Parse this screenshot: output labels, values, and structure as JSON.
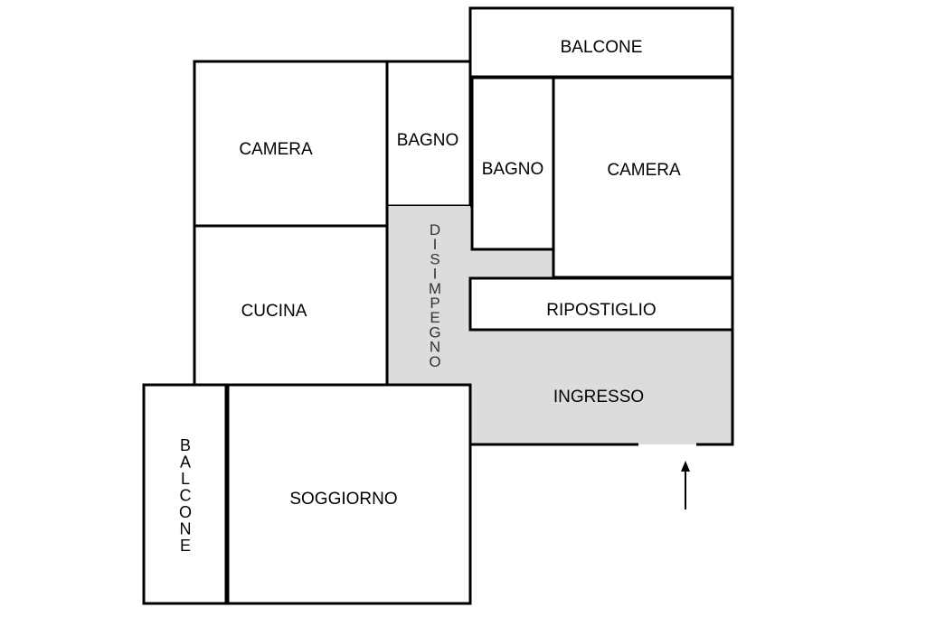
{
  "floor_plan": {
    "rooms": {
      "balcone_top": {
        "label": "BALCONE"
      },
      "camera_left": {
        "label": "CAMERA"
      },
      "bagno_left": {
        "label": "BAGNO"
      },
      "bagno_right": {
        "label": "BAGNO"
      },
      "camera_right": {
        "label": "CAMERA"
      },
      "disimpegno": {
        "label": "DISIMPEGNO"
      },
      "cucina": {
        "label": "CUCINA"
      },
      "ripostiglio": {
        "label": "RIPOSTIGLIO"
      },
      "ingresso": {
        "label": "INGRESSO"
      },
      "balcone_left": {
        "label": "BALCONE"
      },
      "soggiorno": {
        "label": "SOGGIORNO"
      }
    },
    "colors": {
      "balcone": "#B07000",
      "camera": "#FFD1DC",
      "bagno": "#D4E8FA",
      "cucina": "#FFC800",
      "soggiorno": "#FFFF00",
      "service": "#DCDCDC",
      "wall": "#000000"
    },
    "entrance_arrow_icon": "arrow-up-icon"
  }
}
